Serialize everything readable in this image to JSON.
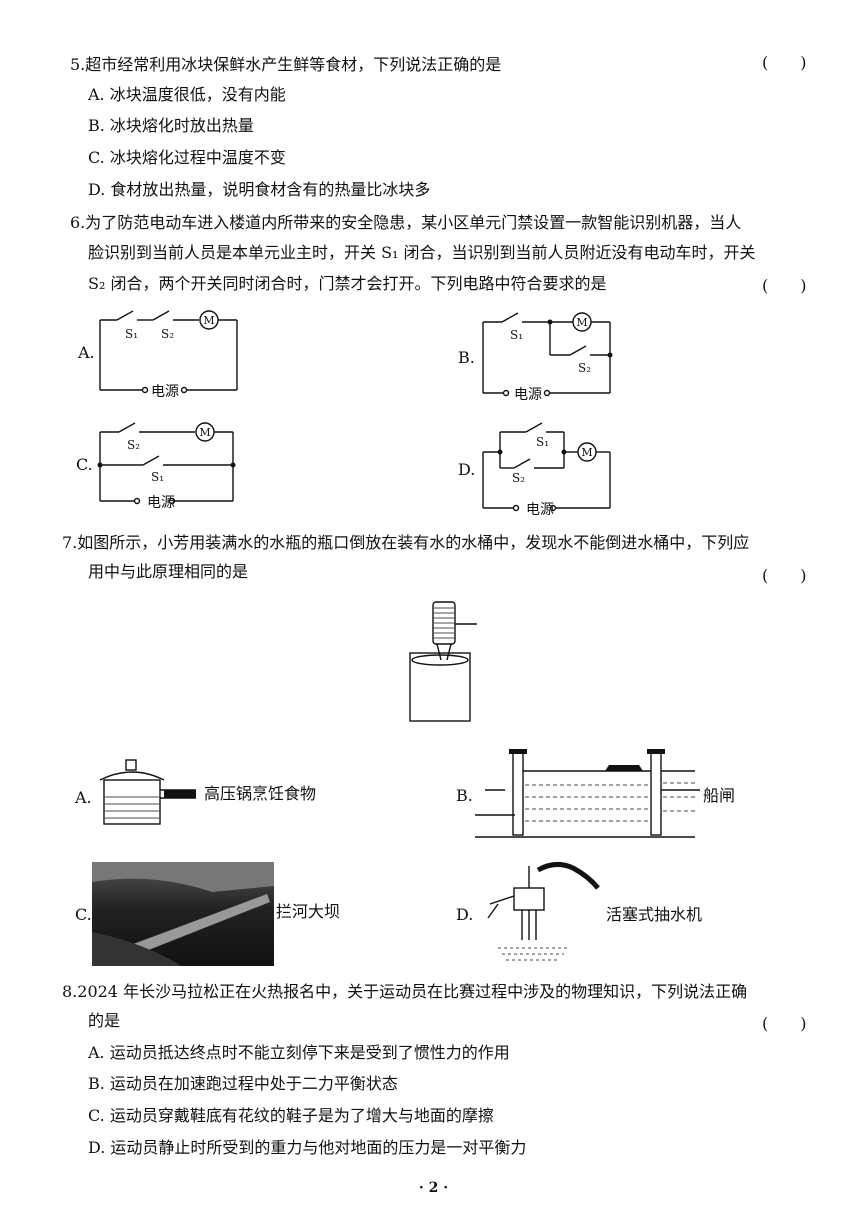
{
  "q5": {
    "stem": "5.超市经常利用冰块保鲜水产生鲜等食材，下列说法正确的是",
    "paren": "(　　)",
    "options": [
      "A. 冰块温度很低，没有内能",
      "B. 冰块熔化时放出热量",
      "C. 冰块熔化过程中温度不变",
      "D. 食材放出热量，说明食材含有的热量比冰块多"
    ]
  },
  "q6": {
    "line1": "6.为了防范电动车进入楼道内所带来的安全隐患，某小区单元门禁设置一款智能识别机器，当人",
    "line2": "脸识别到当前人员是本单元业主时，开关 S₁ 闭合，当识别到当前人员附近没有电动车时，开关",
    "line3": "S₂ 闭合，两个开关同时闭合时，门禁才会打开。下列电路中符合要求的是",
    "paren": "(　　)",
    "labels": [
      "A.",
      "B.",
      "C.",
      "D."
    ],
    "power": "电源",
    "s1": "S₁",
    "s2": "S₂",
    "motor": "M"
  },
  "q7": {
    "line1": "7.如图所示，小芳用装满水的水瓶的瓶口倒放在装有水的水桶中，发现水不能倒进水桶中，下列应",
    "line2": "用中与此原理相同的是",
    "paren": "(　　)",
    "options": [
      {
        "label": "A.",
        "caption": "高压锅烹饪食物"
      },
      {
        "label": "B.",
        "caption": "船闸"
      },
      {
        "label": "C.",
        "caption": "拦河大坝"
      },
      {
        "label": "D.",
        "caption": "活塞式抽水机"
      }
    ]
  },
  "q8": {
    "line1": "8.2024 年长沙马拉松正在火热报名中，关于运动员在比赛过程中涉及的物理知识，下列说法正确",
    "line2": "的是",
    "paren": "(　　)",
    "options": [
      "A. 运动员抵达终点时不能立刻停下来是受到了惯性力的作用",
      "B. 运动员在加速跑过程中处于二力平衡状态",
      "C. 运动员穿戴鞋底有花纹的鞋子是为了增大与地面的摩擦",
      "D. 运动员静止时所受到的重力与他对地面的压力是一对平衡力"
    ]
  },
  "page_number": "· 2 ·"
}
